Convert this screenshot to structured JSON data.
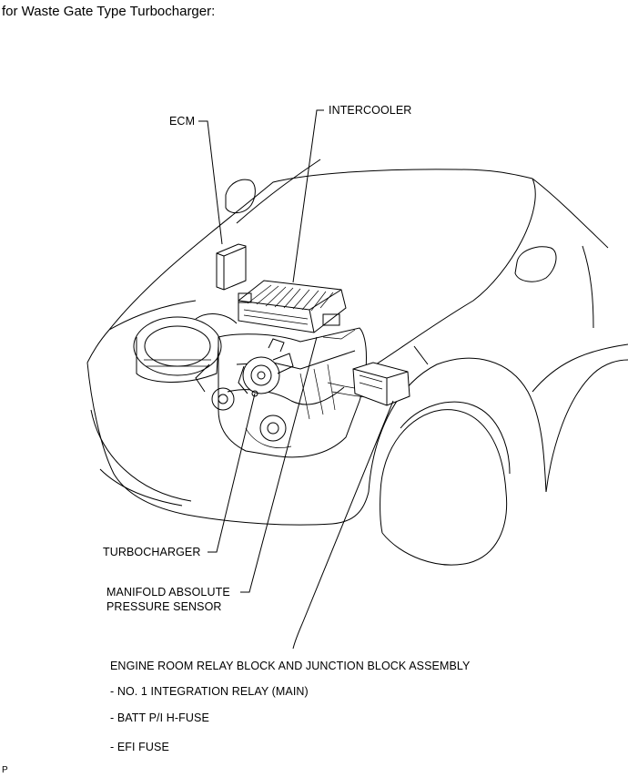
{
  "title": "for Waste Gate Type Turbocharger:",
  "labels": {
    "ecm": "ECM",
    "intercooler": "INTERCOOLER",
    "turbocharger": "TURBOCHARGER",
    "map_sensor_line1": "MANIFOLD ABSOLUTE",
    "map_sensor_line2": "PRESSURE SENSOR",
    "relay_block": "ENGINE ROOM RELAY BLOCK AND JUNCTION BLOCK ASSEMBLY",
    "relay_item_1": "- NO. 1 INTEGRATION RELAY (MAIN)",
    "relay_item_2": "- BATT P/I H-FUSE",
    "relay_item_3": "- EFI FUSE"
  },
  "page_marker": "P"
}
